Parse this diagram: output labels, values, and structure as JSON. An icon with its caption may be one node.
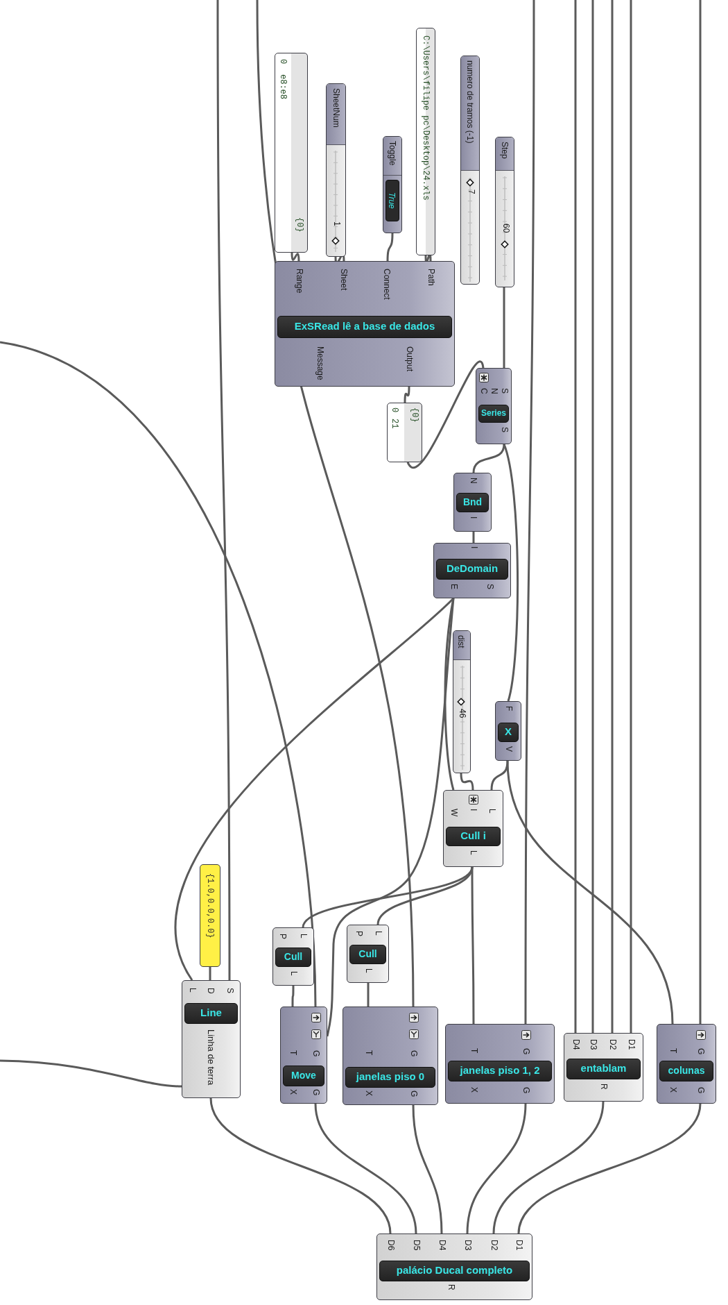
{
  "diagram": {
    "nodes": [
      {
        "text": [
          "0",
          "e8:e8",
          "{0}"
        ]
      },
      {
        "text": [
          "SheetNum",
          "1"
        ]
      },
      {
        "text": [
          "Toggle",
          "True"
        ]
      },
      {
        "text": [
          "C:\\Users\\filipe pc\\Desktop\\24.xls"
        ]
      },
      {
        "text": [
          "numero de tramos (-1)",
          "7"
        ]
      },
      {
        "text": [
          "Step",
          "60"
        ]
      },
      {
        "text": [
          "Range",
          "Sheet",
          "Connect",
          "Path",
          "ExSRead lê a base de dados",
          "Message",
          "Output"
        ]
      },
      {
        "text": [
          "0",
          "21",
          "{0}"
        ]
      },
      {
        "text": [
          "C",
          "N",
          "S",
          "Series",
          "S"
        ]
      },
      {
        "text": [
          "N",
          "Bnd",
          "I"
        ]
      },
      {
        "text": [
          "I",
          "DeDomain",
          "E",
          "S"
        ]
      },
      {
        "text": [
          "dist",
          "46"
        ]
      },
      {
        "text": [
          "F",
          "X",
          "V"
        ]
      },
      {
        "text": [
          "W",
          "I",
          "L",
          "Cull i",
          "L"
        ]
      },
      {
        "text": [
          "{1.0,0.0,0.0}"
        ]
      },
      {
        "text": [
          "L",
          "D",
          "S",
          "Line",
          "Linha de terra"
        ]
      },
      {
        "text": [
          "P",
          "L",
          "Cull",
          "L"
        ]
      },
      {
        "text": [
          "P",
          "L",
          "Cull",
          "L"
        ]
      },
      {
        "text": [
          "T",
          "G",
          "Move",
          "X",
          "G"
        ]
      },
      {
        "text": [
          "T",
          "G",
          "janelas piso 0",
          "X",
          "G"
        ]
      },
      {
        "text": [
          "T",
          "G",
          "janelas piso 1, 2",
          "X",
          "G"
        ]
      },
      {
        "text": [
          "D4",
          "D3",
          "D2",
          "D1",
          "entablam",
          "R"
        ]
      },
      {
        "text": [
          "T",
          "G",
          "colunas",
          "X",
          "G"
        ]
      },
      {
        "text": [
          "D6",
          "D5",
          "D4",
          "D3",
          "D2",
          "D1",
          "palácio Ducal completo",
          "R"
        ]
      }
    ],
    "edges": [
      {
        "from": 0,
        "to": 6,
        "arrow": "none"
      },
      {
        "from": 1,
        "to": 6,
        "arrow": "none"
      },
      {
        "from": 2,
        "to": 6,
        "arrow": "none"
      },
      {
        "from": 3,
        "to": 6,
        "arrow": "none"
      },
      {
        "from": 5,
        "to": 8,
        "arrow": "none"
      },
      {
        "from": 6,
        "to": 7,
        "arrow": "none"
      },
      {
        "from": 7,
        "to": 8,
        "arrow": "none"
      },
      {
        "from": 8,
        "to": 9,
        "arrow": "none"
      },
      {
        "from": 8,
        "to": 12,
        "arrow": "none"
      },
      {
        "from": 9,
        "to": 10,
        "arrow": "none"
      },
      {
        "from": 10,
        "to": 15,
        "arrow": "none"
      },
      {
        "from": 10,
        "to": 13,
        "arrow": "none"
      },
      {
        "from": 10,
        "to": 18,
        "arrow": "none"
      },
      {
        "from": 11,
        "to": 13,
        "arrow": "none"
      },
      {
        "from": 12,
        "to": 13,
        "arrow": "none"
      },
      {
        "from": 12,
        "to": 22,
        "arrow": "none"
      },
      {
        "from": 13,
        "to": 16,
        "arrow": "none"
      },
      {
        "from": 13,
        "to": 17,
        "arrow": "none"
      },
      {
        "from": 13,
        "to": 20,
        "arrow": "none"
      },
      {
        "from": 14,
        "to": 15,
        "arrow": "none"
      },
      {
        "from": 16,
        "to": 18,
        "arrow": "none"
      },
      {
        "from": 17,
        "to": 19,
        "arrow": "none"
      },
      {
        "from": null,
        "to": 15,
        "arrow": "none"
      },
      {
        "from": null,
        "to": 19,
        "arrow": "none"
      },
      {
        "from": null,
        "to": 18,
        "arrow": "none"
      },
      {
        "from": null,
        "to": 20,
        "arrow": "none"
      },
      {
        "from": null,
        "to": 21,
        "arrow": "none"
      },
      {
        "from": null,
        "to": 21,
        "arrow": "none"
      },
      {
        "from": null,
        "to": 21,
        "arrow": "none"
      },
      {
        "from": null,
        "to": 21,
        "arrow": "none"
      },
      {
        "from": null,
        "to": 22,
        "arrow": "none"
      },
      {
        "from": null,
        "to": 15,
        "arrow": "none"
      },
      {
        "from": 15,
        "to": 23,
        "arrow": "none"
      },
      {
        "from": 18,
        "to": 23,
        "arrow": "none"
      },
      {
        "from": 19,
        "to": 23,
        "arrow": "none"
      },
      {
        "from": 20,
        "to": 23,
        "arrow": "none"
      },
      {
        "from": 21,
        "to": 23,
        "arrow": "none"
      },
      {
        "from": 22,
        "to": 23,
        "arrow": "none"
      }
    ]
  }
}
